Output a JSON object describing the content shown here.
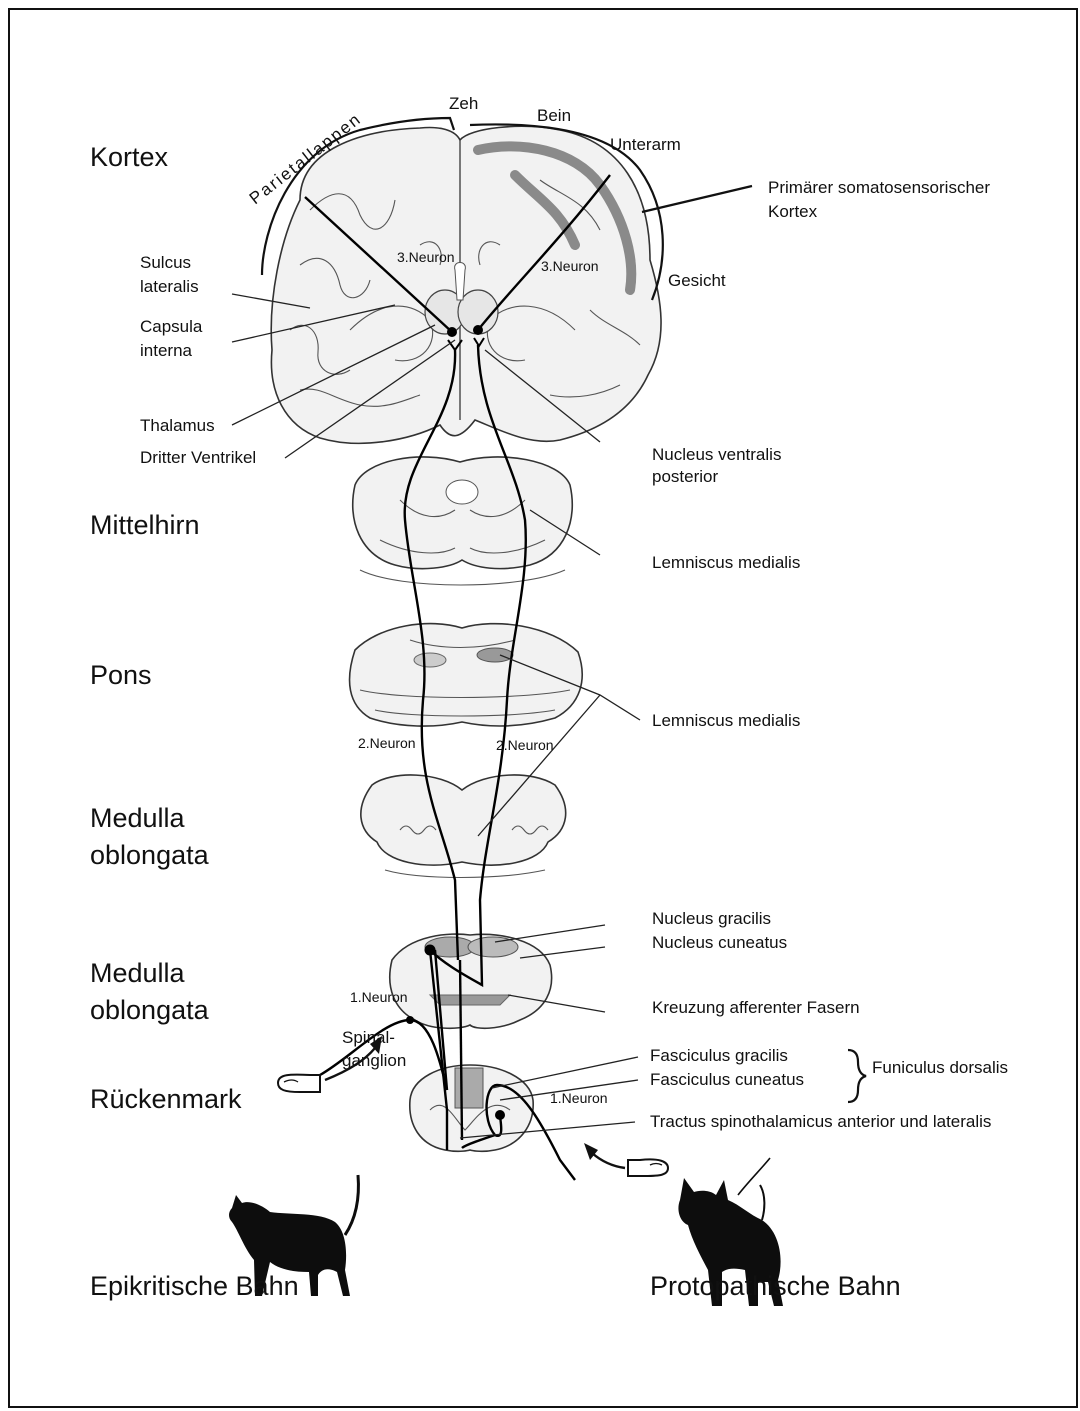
{
  "levels": {
    "kortex": "Kortex",
    "mittelhirn": "Mittelhirn",
    "pons": "Pons",
    "medulla1_line1": "Medulla",
    "medulla1_line2": "oblongata",
    "medulla2_line1": "Medulla",
    "medulla2_line2": "oblongata",
    "rueckenmark": "Rückenmark"
  },
  "cortex_labels": {
    "parietallappen": "Parietallappen",
    "zeh": "Zeh",
    "bein": "Bein",
    "unterarm": "Unterarm",
    "gesicht": "Gesicht",
    "primaer_line1": "Primärer somatosensorischer",
    "primaer_line2": "Kortex",
    "sulcus_line1": "Sulcus",
    "sulcus_line2": "lateralis",
    "capsula_line1": "Capsula",
    "capsula_line2": "interna",
    "thalamus": "Thalamus",
    "dritter_ventrikel": "Dritter Ventrikel",
    "nucleus_vp_line1": "Nucleus ventralis",
    "nucleus_vp_line2": "posterior"
  },
  "neurons": {
    "third_left": "3.Neuron",
    "third_right": "3.Neuron",
    "second_left": "2.Neuron",
    "second_right": "2.Neuron",
    "first_left": "1.Neuron",
    "first_right": "1.Neuron"
  },
  "tract_labels": {
    "lemniscus_1": "Lemniscus medialis",
    "lemniscus_2": "Lemniscus medialis",
    "nucleus_gracilis": "Nucleus gracilis",
    "nucleus_cuneatus": "Nucleus cuneatus",
    "kreuzung": "Kreuzung afferenter Fasern",
    "spinal_line1": "Spinal-",
    "spinal_line2": "ganglion",
    "fasc_gracilis": "Fasciculus gracilis",
    "fasc_cuneatus": "Fasciculus cuneatus",
    "funiculus": "Funiculus dorsalis",
    "tractus": "Tractus spinothalamicus anterior und lateralis"
  },
  "pathways": {
    "epikritisch": "Epikritische Bahn",
    "protopathisch": "Protopathische Bahn"
  },
  "icons": [
    "finger-icon",
    "cat-silhouette-icon",
    "dog-silhouette-icon",
    "arrow-icon"
  ]
}
